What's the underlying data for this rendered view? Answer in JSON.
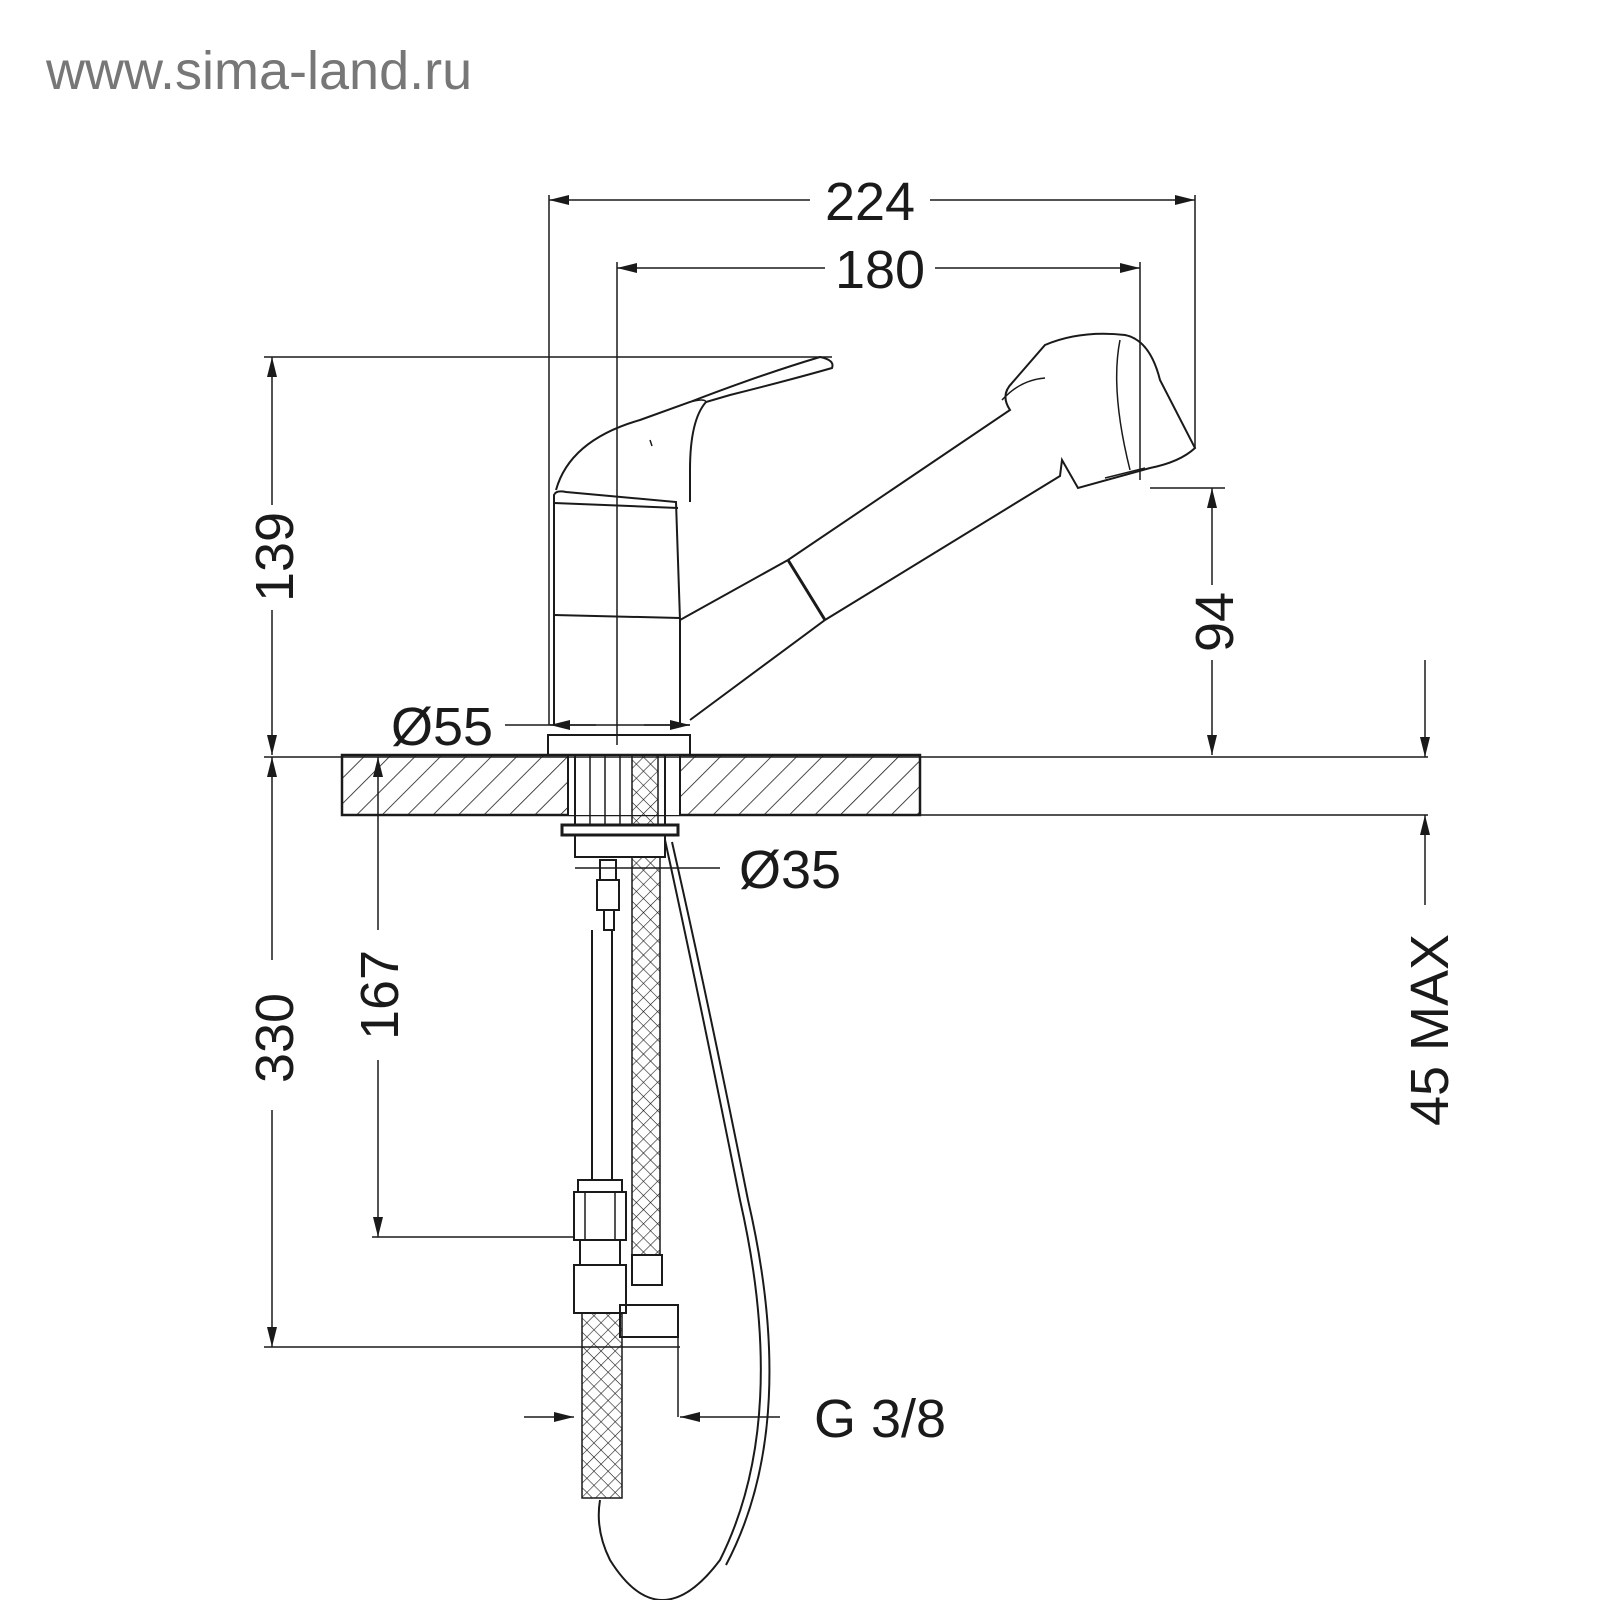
{
  "watermark": "www.sima-land.ru",
  "dimensions": {
    "overall_width": "224",
    "spout_reach": "180",
    "height_total": "139",
    "spout_height": "94",
    "base_diameter": "Ø55",
    "mount_diameter": "Ø35",
    "hose_length": "330",
    "tail_length": "167",
    "deck_thickness": "45 MAX",
    "connection_thread": "G 3/8"
  }
}
